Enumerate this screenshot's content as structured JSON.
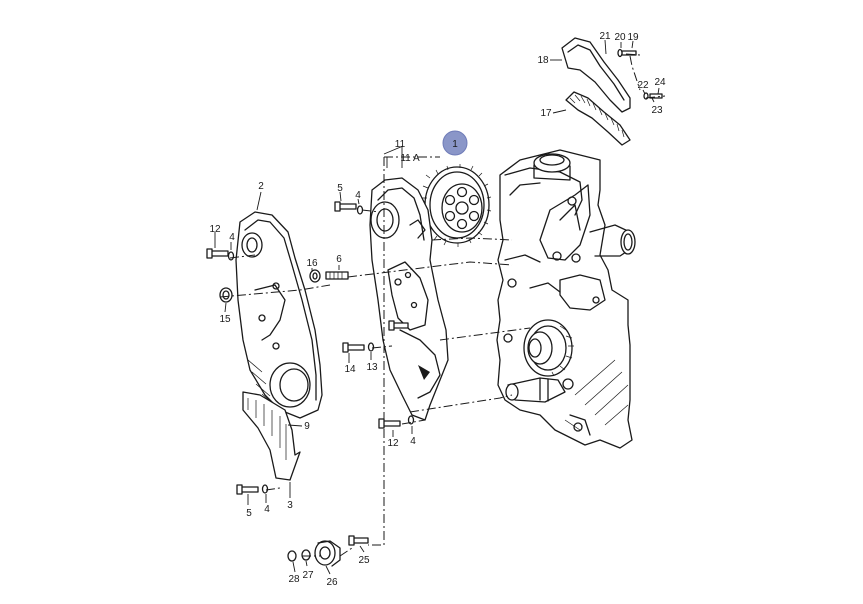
{
  "diagram": {
    "callouts": {
      "c1": "1",
      "c2": "2",
      "c3": "3",
      "c4a": "4",
      "c4b": "4",
      "c4c": "4",
      "c4d": "4",
      "c5a": "5",
      "c5b": "5",
      "c6": "6",
      "c9": "9",
      "c11": "11",
      "c11a": "11 A",
      "c12a": "12",
      "c12b": "12",
      "c13": "13",
      "c14": "14",
      "c15": "15",
      "c16": "16",
      "c17": "17",
      "c18": "18",
      "c19": "19",
      "c20": "20",
      "c21": "21",
      "c22": "22",
      "c23": "23",
      "c24": "24",
      "c25": "25",
      "c26": "26",
      "c27": "27",
      "c28": "28"
    },
    "highlight_color": "#8a96c8"
  }
}
